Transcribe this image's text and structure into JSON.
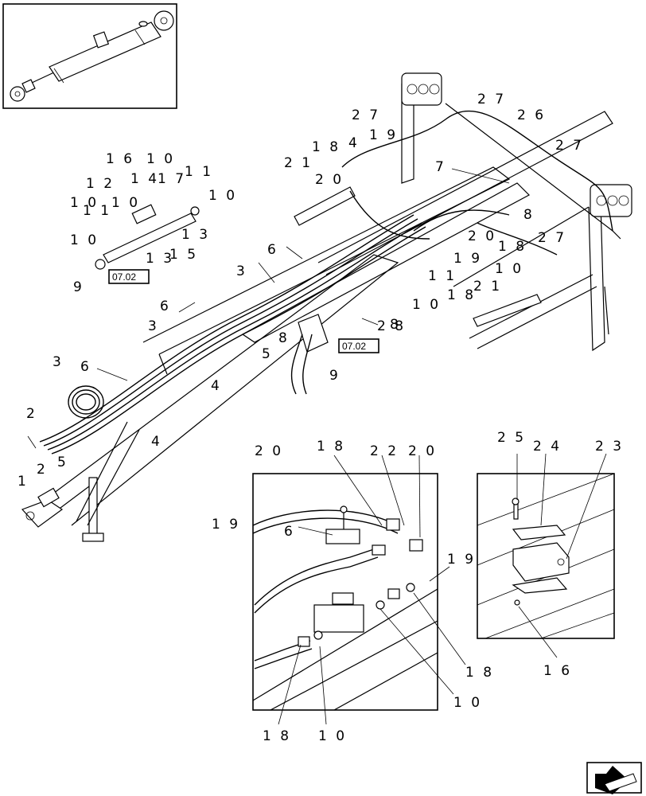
{
  "reference_tags": [
    "07.02",
    "07.02"
  ],
  "callouts": {
    "c1": "1",
    "c2a": "2",
    "c2b": "2",
    "c3a": "3",
    "c3b": "3",
    "c3c": "3",
    "c4a": "4",
    "c4b": "4",
    "c4c": "4",
    "c5a": "5",
    "c5b": "5",
    "c5c": "1 5",
    "c6a": "6",
    "c6b": "6",
    "c6c": "6",
    "c6d": "6",
    "c7": "7",
    "c8a": "8",
    "c8b": "8",
    "c8c": "8",
    "c9a": "9",
    "c9b": "9",
    "c10a": "1 0",
    "c10b": "1 0",
    "c10c": "1 0",
    "c10d": "1 0",
    "c10e": "1 0",
    "c10f": "1 0",
    "c10g": "1 0",
    "c10h": "1 0",
    "c10i": "1 0",
    "c11a": "1 1",
    "c11b": "1 1",
    "c11c": "1 1",
    "c12": "1 2",
    "c13a": "1 3",
    "c13b": "1 3",
    "c14": "1 4",
    "c16a": "1 6",
    "c16b": "1 6",
    "c17": "1 7",
    "c18a": "1 8",
    "c18b": "1 8",
    "c18c": "1 8",
    "c18d": "1 8",
    "c18e": "1 8",
    "c18f": "1 8",
    "c19a": "1 9",
    "c19b": "1 9",
    "c19c": "1 9",
    "c19d": "1 9",
    "c20a": "2 0",
    "c20b": "2 0",
    "c20c": "2 0",
    "c20d": "2 0",
    "c21a": "2 1",
    "c21b": "2 1",
    "c22": "2 2",
    "c23": "2 3",
    "c24": "2 4",
    "c25": "2 5",
    "c26": "2 6",
    "c27a": "2 7",
    "c27b": "2 7",
    "c27c": "2 7",
    "c27d": "2 7",
    "c28": "2 8"
  },
  "icons": {
    "cylinder_inset": "hydraulic-cylinder-icon",
    "nav_arrow": "previous-page-arrow-icon"
  }
}
